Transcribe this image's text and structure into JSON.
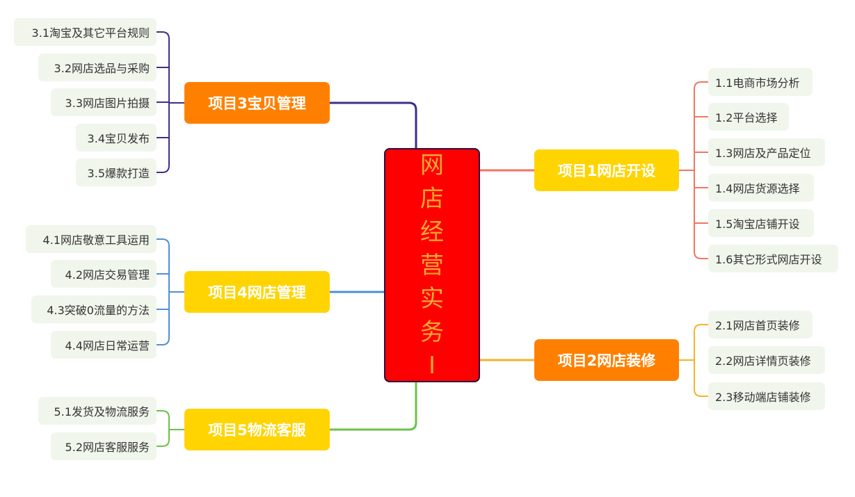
{
  "center": {
    "label": "网店经营实务I",
    "color": "#ff0000",
    "text_color": "#ffa733"
  },
  "topics": [
    {
      "id": "t1",
      "label": "项目1网店开设",
      "color": "#ffd400",
      "line_color": "#f27562",
      "items": [
        "1.1电商市场分析",
        "1.2平台选择",
        "1.3网店及产品定位",
        "1.4网店货源选择",
        "1.5淘宝店铺开设",
        "1.6其它形式网店开设"
      ]
    },
    {
      "id": "t2",
      "label": "项目2网店装修",
      "color": "#ff8000",
      "line_color": "#f7b22a",
      "items": [
        "2.1网店首页装修",
        "2.2网店详情页装修",
        "2.3移动端店铺装修"
      ]
    },
    {
      "id": "t3",
      "label": "项目3宝贝管理",
      "color": "#ff8000",
      "line_color": "#3b2f8a",
      "items": [
        "3.1淘宝及其它平台规则",
        "3.2网店选品与采购",
        "3.3网店图片拍摄",
        "3.4宝贝发布",
        "3.5爆款打造"
      ]
    },
    {
      "id": "t4",
      "label": "项目4网店管理",
      "color": "#ffd400",
      "line_color": "#4f8fd8",
      "items": [
        "4.1网店敬意工具运用",
        "4.2网店交易管理",
        "4.3突破0流量的方法",
        "4.4网店日常运营"
      ]
    },
    {
      "id": "t5",
      "label": "项目5物流客服",
      "color": "#ffd400",
      "line_color": "#6cc04a",
      "items": [
        "5.1发货及物流服务",
        "5.2网店客服服务"
      ]
    }
  ]
}
